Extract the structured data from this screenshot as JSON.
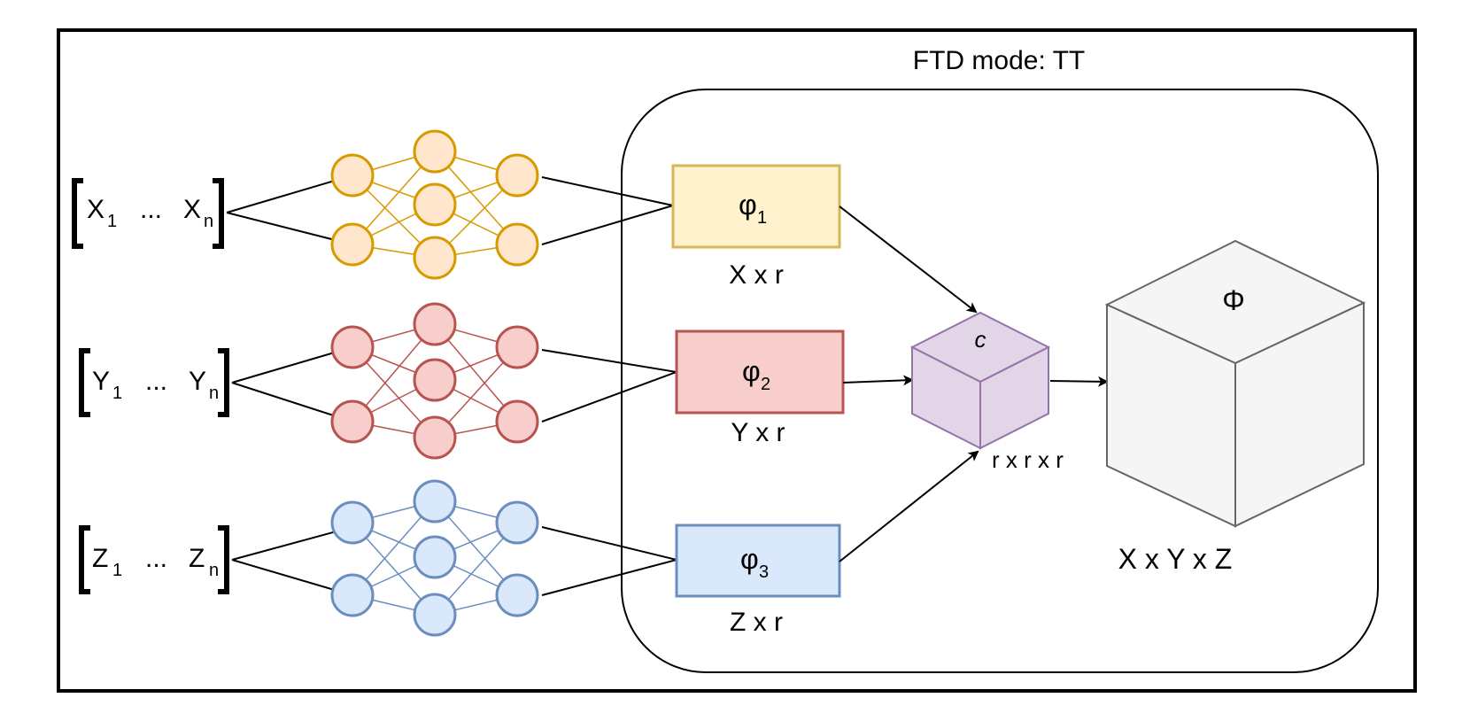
{
  "mode_title": "FTD mode: TT",
  "inputs": [
    {
      "first": "X",
      "first_sub": "1",
      "ellipsis": "...",
      "last": "X",
      "last_sub": "n"
    },
    {
      "first": "Y",
      "first_sub": "1",
      "ellipsis": "...",
      "last": "Y",
      "last_sub": "n"
    },
    {
      "first": "Z",
      "first_sub": "1",
      "ellipsis": "...",
      "last": "Z",
      "last_sub": "n"
    }
  ],
  "factors": [
    {
      "symbol": "φ",
      "sub": "1",
      "dims": "X x r",
      "fill": "#fff2cc",
      "stroke": "#d6b656"
    },
    {
      "symbol": "φ",
      "sub": "2",
      "dims": "Y x r",
      "fill": "#f8cecc",
      "stroke": "#b85450"
    },
    {
      "symbol": "φ",
      "sub": "3",
      "dims": "Z x r",
      "fill": "#dae8fc",
      "stroke": "#6c8ebf"
    }
  ],
  "networks": [
    {
      "node_fill": "#ffe6cc",
      "node_stroke": "#d79b00"
    },
    {
      "node_fill": "#f8cecc",
      "node_stroke": "#b85450"
    },
    {
      "node_fill": "#dae8fc",
      "node_stroke": "#6c8ebf"
    }
  ],
  "core": {
    "label": "c",
    "dims": "r x r x r",
    "fill": "#e1d5e7",
    "stroke": "#9673a6"
  },
  "output": {
    "label": "Φ",
    "dims": "X x Y x Z",
    "fill": "#f5f5f5",
    "stroke": "#666666"
  }
}
